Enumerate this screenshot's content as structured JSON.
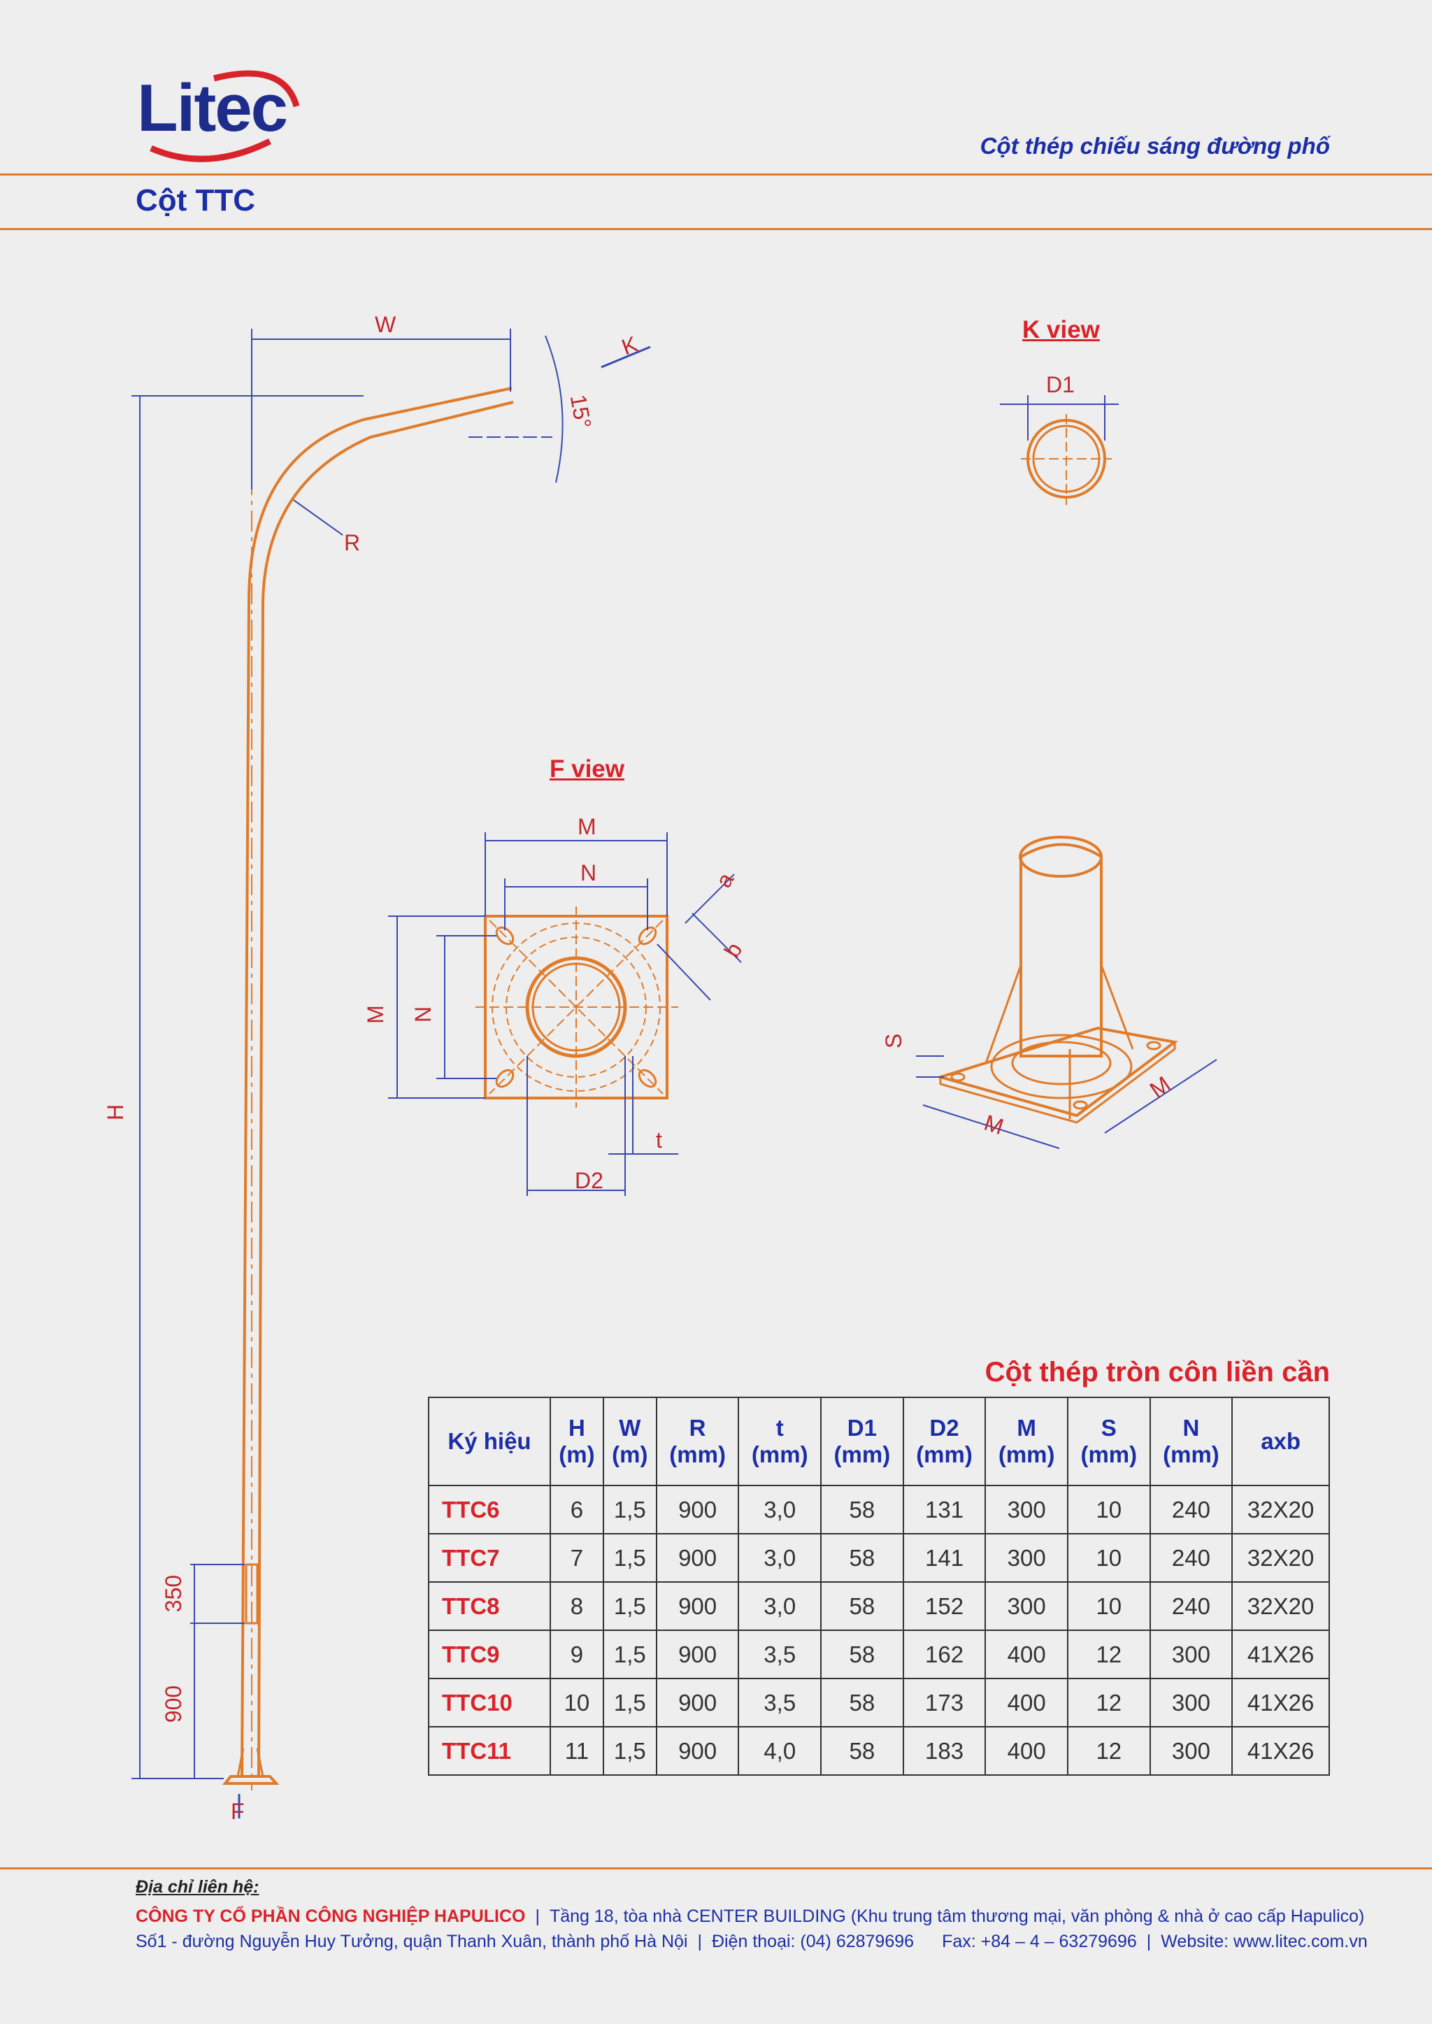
{
  "header": {
    "logo_text": "Litec",
    "tagline": "Cột thép chiếu sáng đường phố",
    "page_title": "Cột TTC"
  },
  "drawings": {
    "pole_labels": {
      "W": "W",
      "K": "K",
      "angle": "15°",
      "R": "R",
      "H": "H",
      "dim_350": "350",
      "dim_900": "900",
      "F": "F"
    },
    "k_view": {
      "title": "K view",
      "D1": "D1"
    },
    "f_view": {
      "title": "F view",
      "M_top": "M",
      "N_top": "N",
      "a": "a",
      "b": "b",
      "M_left": "M",
      "N_left": "N",
      "t": "t",
      "D2": "D2"
    },
    "iso_view": {
      "S": "S",
      "M_bottom": "M",
      "M_right": "M"
    }
  },
  "table": {
    "title": "Cột thép tròn côn liền cần",
    "headers": [
      "Ký hiệu",
      "H\n(m)",
      "W\n(m)",
      "R\n(mm)",
      "t\n(mm)",
      "D1\n(mm)",
      "D2\n(mm)",
      "M\n(mm)",
      "S\n(mm)",
      "N\n(mm)",
      "axb"
    ],
    "header_parts": [
      [
        "Ký hiệu",
        ""
      ],
      [
        "H",
        "(m)"
      ],
      [
        "W",
        "(m)"
      ],
      [
        "R",
        "(mm)"
      ],
      [
        "t",
        "(mm)"
      ],
      [
        "D1",
        "(mm)"
      ],
      [
        "D2",
        "(mm)"
      ],
      [
        "M",
        "(mm)"
      ],
      [
        "S",
        "(mm)"
      ],
      [
        "N",
        "(mm)"
      ],
      [
        "axb",
        ""
      ]
    ],
    "rows": [
      [
        "TTC6",
        "6",
        "1,5",
        "900",
        "3,0",
        "58",
        "131",
        "300",
        "10",
        "240",
        "32X20"
      ],
      [
        "TTC7",
        "7",
        "1,5",
        "900",
        "3,0",
        "58",
        "141",
        "300",
        "10",
        "240",
        "32X20"
      ],
      [
        "TTC8",
        "8",
        "1,5",
        "900",
        "3,0",
        "58",
        "152",
        "300",
        "10",
        "240",
        "32X20"
      ],
      [
        "TTC9",
        "9",
        "1,5",
        "900",
        "3,5",
        "58",
        "162",
        "400",
        "12",
        "300",
        "41X26"
      ],
      [
        "TTC10",
        "10",
        "1,5",
        "900",
        "3,5",
        "58",
        "173",
        "400",
        "12",
        "300",
        "41X26"
      ],
      [
        "TTC11",
        "11",
        "1,5",
        "900",
        "4,0",
        "58",
        "183",
        "400",
        "12",
        "300",
        "41X26"
      ]
    ]
  },
  "footer": {
    "heading": "Địa chỉ liên hệ:",
    "company": "CÔNG TY CỔ PHẦN CÔNG NGHIỆP HAPULICO",
    "building": "Tầng 18, tòa nhà CENTER BUILDING (Khu trung tâm thương mại, văn phòng & nhà ở cao cấp Hapulico)",
    "address": "Số1 - đường Nguyễn Huy Tưởng, quận Thanh Xuân, thành phố Hà Nội",
    "phone": "Điện thoại: (04) 62879696",
    "fax": "Fax: +84 – 4 – 63279696",
    "website": "Website: www.litec.com.vn"
  },
  "colors": {
    "orange": "#e07b2a",
    "blue": "#1c2ea6",
    "red": "#d8232a",
    "dim_blue": "#3a4ab0"
  }
}
